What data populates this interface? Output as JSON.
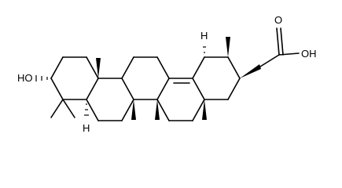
{
  "structure": {
    "labels": {
      "hydroxyl": "HO",
      "carboxylic_acid": "OH",
      "carbonyl_oxygen": "O",
      "h_ring_fusion_1": "H",
      "h_ring_fusion_2": "H"
    }
  },
  "colors": {
    "bond": "#000000",
    "background": "#ffffff"
  }
}
